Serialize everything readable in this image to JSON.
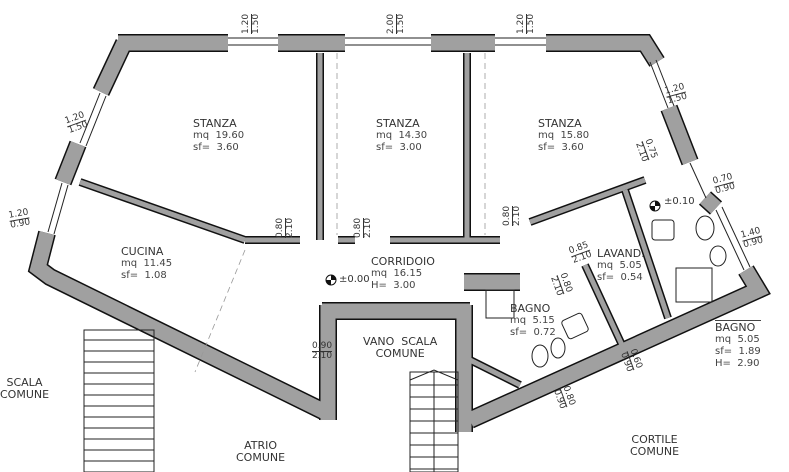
{
  "rooms": [
    {
      "name": "STANZA",
      "area": "mq  19.60",
      "sf": "sf=  3.60"
    },
    {
      "name": "STANZA",
      "area": "mq  14.30",
      "sf": "sf=  3.00"
    },
    {
      "name": "STANZA",
      "area": "mq  15.80",
      "sf": "sf=  3.60"
    },
    {
      "name": "CUCINA",
      "area": "mq  11.45",
      "sf": "sf=  1.08"
    },
    {
      "name": "CORRIDOIO",
      "area": "mq  16.15",
      "sf": "H=  3.00"
    },
    {
      "name": "BAGNO",
      "area": "mq  5.15",
      "sf": "sf=  0.72"
    },
    {
      "name": "LAVAND.",
      "area": "mq  5.05",
      "sf": "sf=  0.54"
    },
    {
      "name": "BAGNO",
      "area": "mq  5.05",
      "sf": "sf=  1.89",
      "h": "H=  2.90"
    }
  ],
  "areas": {
    "vano_scala": "VANO  SCALA\nCOMUNE",
    "scala": "SCALA\nCOMUNE",
    "atrio": "ATRIO\nCOMUNE",
    "cortile": "CORTILE\nCOMUNE"
  },
  "levels": {
    "corridoio": "±0.00",
    "bagno": "±0.10"
  },
  "dims": [
    {
      "w": "1.20",
      "h": "1.50"
    },
    {
      "w": "2.00",
      "h": "1.50"
    },
    {
      "w": "1.20",
      "h": "1.50"
    },
    {
      "w": "1.20",
      "h": "1.50"
    },
    {
      "w": "1.20",
      "h": "0.90"
    },
    {
      "w": "1.20",
      "h": "1.50"
    },
    {
      "w": "0.70",
      "h": "0.90"
    },
    {
      "w": "1.40",
      "h": "0.90"
    },
    {
      "w": "0.80",
      "h": "2.10"
    },
    {
      "w": "0.80",
      "h": "2.10"
    },
    {
      "w": "0.80",
      "h": "2.10"
    },
    {
      "w": "0.85",
      "h": "2.10"
    },
    {
      "w": "0.75",
      "h": "2.10"
    },
    {
      "w": "0.80",
      "h": "2.10"
    },
    {
      "w": "0.90",
      "h": "2.10"
    },
    {
      "w": "0.60",
      "h": "0.90"
    },
    {
      "w": "0.80",
      "h": "0.90"
    }
  ]
}
